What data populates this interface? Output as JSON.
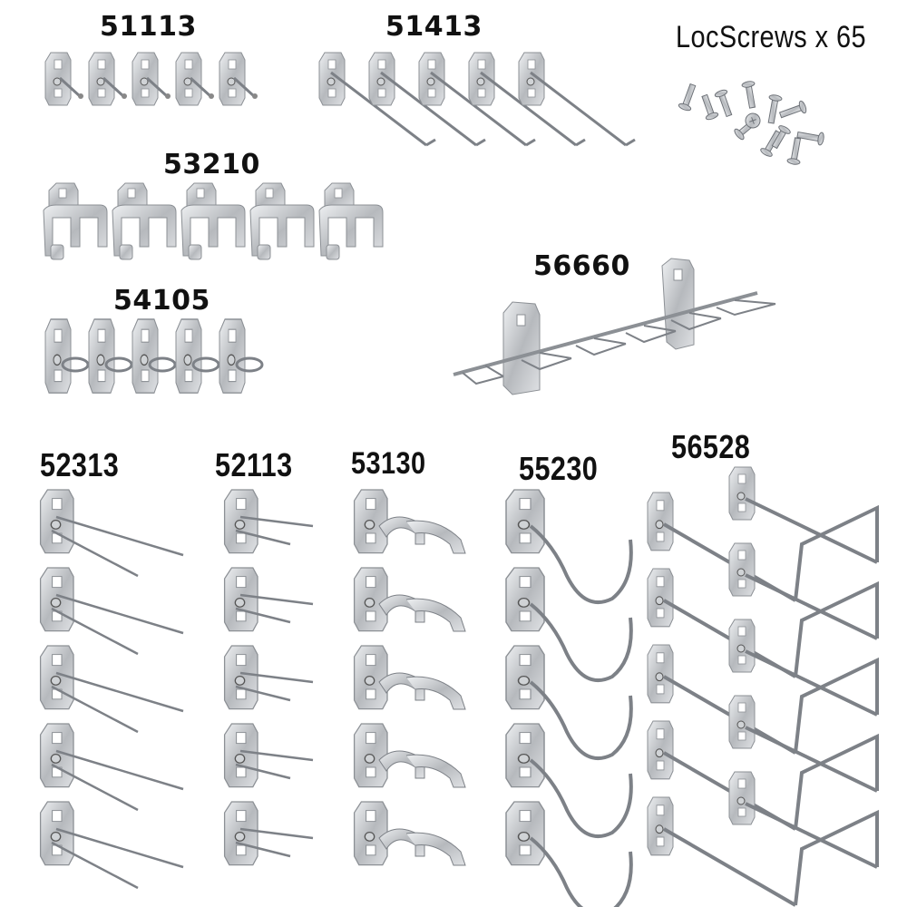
{
  "groups": {
    "g51113": {
      "label": "51113",
      "count": 5,
      "type": "short-single-hook"
    },
    "g51413": {
      "label": "51413",
      "count": 5,
      "type": "long-single-hook"
    },
    "screws": {
      "label": "LocScrews x 65",
      "count": 65,
      "type": "screws"
    },
    "g53210": {
      "label": "53210",
      "count": 5,
      "type": "spring-clip"
    },
    "g56660": {
      "label": "56660",
      "count": 1,
      "type": "multi-tool-rack"
    },
    "g54105": {
      "label": "54105",
      "count": 5,
      "type": "ring-hook"
    },
    "g52313": {
      "label": "52313",
      "count": 5,
      "type": "double-hook-long"
    },
    "g52113": {
      "label": "52113",
      "count": 5,
      "type": "double-hook-short"
    },
    "g53130": {
      "label": "53130",
      "count": 5,
      "type": "bracket-clip"
    },
    "g55230": {
      "label": "55230",
      "count": 5,
      "type": "j-hook"
    },
    "g56528": {
      "label": "56528",
      "count": 5,
      "type": "loop-hook"
    }
  },
  "colors": {
    "metal": "#b9bcc0",
    "metal_dark": "#6e7278",
    "metal_light": "#e6e8ea",
    "text": "#111111",
    "background": "#ffffff"
  }
}
